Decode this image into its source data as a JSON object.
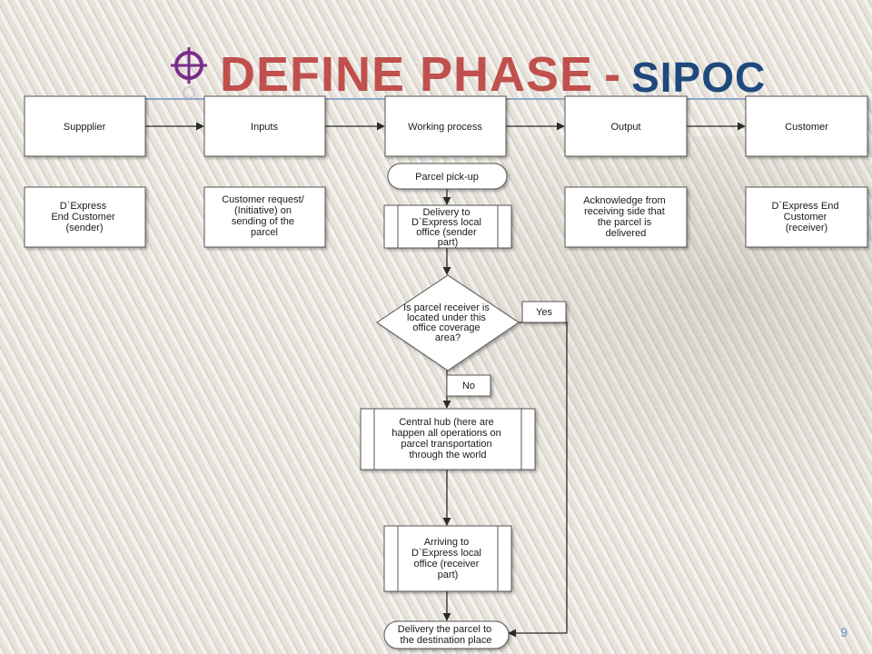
{
  "title": {
    "main": "DEFINE PHASE",
    "separator": "-",
    "sub": "SIPOC",
    "icon": "crosshair-icon"
  },
  "sipoc_headers": [
    "Suppplier",
    "Inputs",
    "Working process",
    "Output",
    "Customer"
  ],
  "sipoc_details": {
    "supplier": [
      "D`Express",
      "End Customer",
      "(sender)"
    ],
    "inputs": [
      "Customer request/",
      "(Initiative) on",
      "sending of the",
      "parcel"
    ],
    "output": [
      "Acknowledge from",
      "receiving side  that",
      "the parcel is",
      "delivered"
    ],
    "customer": [
      "D`Express End",
      "Customer",
      "(receiver)"
    ]
  },
  "process": {
    "start": [
      "Parcel pick-up"
    ],
    "step1": [
      "Delivery to",
      "D`Express local",
      "office (sender",
      "part)"
    ],
    "decision": [
      "Is parcel receiver is",
      "located under this",
      "office coverage",
      "area?"
    ],
    "yes_label": "Yes",
    "no_label": "No",
    "hub": [
      "Central hub (here are",
      "happen all operations on",
      "parcel transportation",
      "through the world"
    ],
    "step3": [
      "Arriving to",
      "D`Express local",
      "office (receiver",
      "part)"
    ],
    "end": [
      "Delivery the parcel to",
      "the destination place"
    ]
  },
  "page_number": "9",
  "colors": {
    "title_red": "#c0504d",
    "title_blue": "#1f497d",
    "box_fill": "#ffffff",
    "box_stroke": "#555555",
    "page_number": "#6a8fc0"
  }
}
